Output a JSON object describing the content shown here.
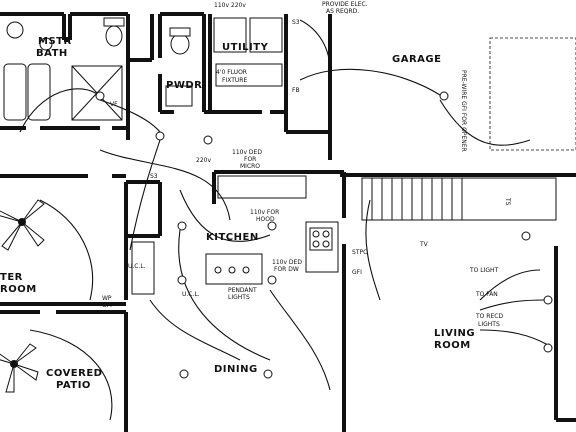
{
  "rooms": {
    "mstr_bath_line1": "MSTR",
    "mstr_bath_line2": "BATH",
    "pwdr": "PWDR",
    "utility": "UTILITY",
    "garage": "GARAGE",
    "kitchen": "KITCHEN",
    "dining": "DINING",
    "living_line1": "LIVING",
    "living_line2": "ROOM",
    "master_line1": "TER",
    "master_line2": "ROOM",
    "patio_line1": "COVERED",
    "patio_line2": "PATIO"
  },
  "notes": {
    "provide_elec_line1": "PROVIDE ELEC.",
    "provide_elec_line2": "AS REQRD.",
    "volt_top": "110v  220v",
    "fluor_line1": "4'0 FLUOR",
    "fluor_line2": "FIXTURE",
    "ded_line1": "110v DED",
    "ded_line2": "FOR",
    "ded_line3": "MICRO",
    "v220": "220v",
    "hood_line1": "110v FOR",
    "hood_line2": "HOOD",
    "dw_line1": "110v DED",
    "dw_line2": "FOR DW",
    "pendant_line1": "PENDANT",
    "pendant_line2": "LIGHTS",
    "ucl_right": "U.C.L.",
    "ucl_left": "U.C.L.",
    "stpc": "STPC",
    "gfi_main": "GFI",
    "tv": "TV",
    "to_light": "TO LIGHT",
    "to_fan": "TO FAN",
    "to_recd_line1": "TO RECD",
    "to_recd_line2": "LIGHTS",
    "garage_vert": "PRE-WIRE GFI FOR OPENER",
    "fb": "FB",
    "wp_gfi_line1": "WP",
    "wp_gfi_line2": "GFI",
    "s3_a": "S3",
    "s3_b": "S3",
    "ts": "TS",
    "vf": "VF"
  }
}
